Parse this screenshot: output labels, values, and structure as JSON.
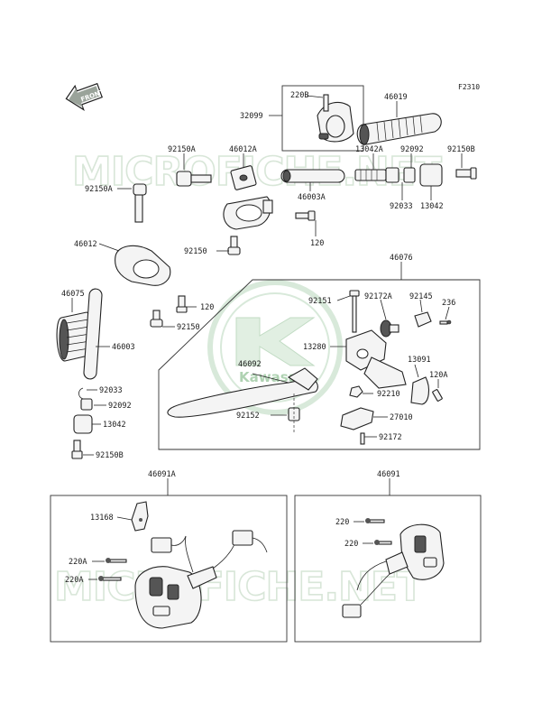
{
  "diagram_code": "F2310",
  "front_label": "FRONT",
  "watermark": {
    "text_top": "MICROFICHE.NET",
    "text_bottom": "MICROFICHE.NET",
    "logo_text": "Kawasaki",
    "logo_color": "#2e8b3e"
  },
  "parts": {
    "p220B": "220B",
    "p46019": "46019",
    "p32099": "32099",
    "p92150A_top": "92150A",
    "p46012A": "46012A",
    "p13042A": "13042A",
    "p92092_top": "92092",
    "p92150B_top": "92150B",
    "p92150A_left": "92150A",
    "p46003A": "46003A",
    "p92033_top": "92033",
    "p13042_top": "13042",
    "p46012": "46012",
    "p92150_a": "92150",
    "p120_a": "120",
    "p46076": "46076",
    "p46075": "46075",
    "p120_b": "120",
    "p92150_b": "92150",
    "p46003": "46003",
    "p92151": "92151",
    "p92172A": "92172A",
    "p92145": "92145",
    "p236": "236",
    "p13280": "13280",
    "p46092": "46092",
    "p13091": "13091",
    "p120A": "120A",
    "p92033_left": "92033",
    "p92092_left": "92092",
    "p92210": "92210",
    "p13042_left": "13042",
    "p92152": "92152",
    "p27010": "27010",
    "p92150B_left": "92150B",
    "p92172": "92172",
    "p46091A": "46091A",
    "p46091": "46091",
    "p13168": "13168",
    "p220_a": "220",
    "p220_b": "220",
    "p220A_a": "220A",
    "p220A_b": "220A"
  }
}
